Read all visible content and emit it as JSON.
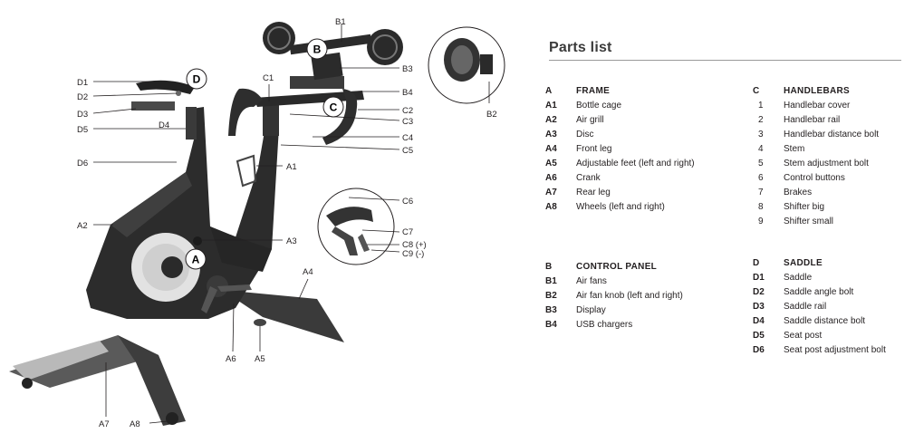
{
  "title": "Parts list",
  "groups": [
    {
      "code": "A",
      "name": "FRAME",
      "items": [
        {
          "code": "A1",
          "label": "Bottle cage"
        },
        {
          "code": "A2",
          "label": "Air grill"
        },
        {
          "code": "A3",
          "label": "Disc"
        },
        {
          "code": "A4",
          "label": "Front leg"
        },
        {
          "code": "A5",
          "label": "Adjustable feet (left and right)"
        },
        {
          "code": "A6",
          "label": "Crank"
        },
        {
          "code": "A7",
          "label": "Rear leg"
        },
        {
          "code": "A8",
          "label": "Wheels (left and right)"
        }
      ]
    },
    {
      "code": "B",
      "name": "CONTROL PANEL",
      "items": [
        {
          "code": "B1",
          "label": "Air fans"
        },
        {
          "code": "B2",
          "label": "Air fan knob (left and right)"
        },
        {
          "code": "B3",
          "label": "Display"
        },
        {
          "code": "B4",
          "label": "USB chargers"
        }
      ]
    },
    {
      "code": "C",
      "name": "HANDLEBARS",
      "items": [
        {
          "code": "1",
          "label": "Handlebar cover"
        },
        {
          "code": "2",
          "label": "Handlebar rail"
        },
        {
          "code": "3",
          "label": "Handlebar distance bolt"
        },
        {
          "code": "4",
          "label": "Stem"
        },
        {
          "code": "5",
          "label": "Stem adjustment bolt"
        },
        {
          "code": "6",
          "label": "Control buttons"
        },
        {
          "code": "7",
          "label": "Brakes"
        },
        {
          "code": "8",
          "label": "Shifter big"
        },
        {
          "code": "9",
          "label": "Shifter small"
        }
      ]
    },
    {
      "code": "D",
      "name": "SADDLE",
      "items": [
        {
          "code": "D1",
          "label": "Saddle"
        },
        {
          "code": "D2",
          "label": "Saddle angle bolt"
        },
        {
          "code": "D3",
          "label": "Saddle rail"
        },
        {
          "code": "D4",
          "label": "Saddle distance bolt"
        },
        {
          "code": "D5",
          "label": "Seat post"
        },
        {
          "code": "D6",
          "label": "Seat post adjustment bolt"
        }
      ]
    }
  ],
  "diagram": {
    "badges": [
      "A",
      "B",
      "C",
      "D"
    ],
    "callouts": [
      "B1",
      "B2",
      "B3",
      "B4",
      "C1",
      "C2",
      "C3",
      "C4",
      "C5",
      "C6",
      "C7",
      "C8 (+)",
      "C9 (-)",
      "D1",
      "D2",
      "D3",
      "D4",
      "D5",
      "D6",
      "A1",
      "A2",
      "A3",
      "A4",
      "A5",
      "A6",
      "A7",
      "A8"
    ]
  }
}
